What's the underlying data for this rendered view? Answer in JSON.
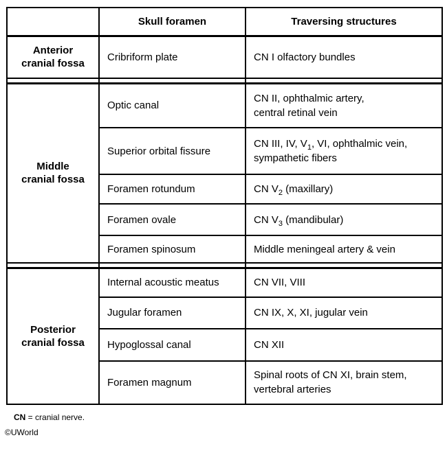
{
  "table": {
    "header": {
      "fossa": "",
      "foramen": "Skull foramen",
      "structures": "Traversing structures"
    },
    "sections": [
      {
        "id": "anterior-cranial-fossa",
        "label_lines": [
          "Anterior",
          "cranial fossa"
        ],
        "rows": [
          {
            "foramen": "Cribriform plate",
            "structures": [
              [
                {
                  "text": "CN I olfactory bundles"
                }
              ]
            ]
          }
        ]
      },
      {
        "id": "middle-cranial-fossa",
        "label_lines": [
          "Middle",
          "cranial fossa"
        ],
        "rows": [
          {
            "foramen": "Optic canal",
            "structures": [
              [
                {
                  "text": "CN II, ophthalmic artery,"
                }
              ],
              [
                {
                  "text": "central retinal vein"
                }
              ]
            ]
          },
          {
            "foramen": "Superior orbital fissure",
            "structures": [
              [
                {
                  "text": "CN III, IV, V"
                },
                {
                  "text": "1",
                  "sub": true
                },
                {
                  "text": ", VI, ophthalmic vein,"
                }
              ],
              [
                {
                  "text": "sympathetic fibers"
                }
              ]
            ]
          },
          {
            "foramen": "Foramen rotundum",
            "structures": [
              [
                {
                  "text": "CN V"
                },
                {
                  "text": "2",
                  "sub": true
                },
                {
                  "text": " (maxillary)"
                }
              ]
            ]
          },
          {
            "foramen": "Foramen ovale",
            "structures": [
              [
                {
                  "text": "CN V"
                },
                {
                  "text": "3",
                  "sub": true
                },
                {
                  "text": " (mandibular)"
                }
              ]
            ]
          },
          {
            "foramen": "Foramen spinosum",
            "structures": [
              [
                {
                  "text": "Middle meningeal artery & vein"
                }
              ]
            ]
          }
        ]
      },
      {
        "id": "posterior-cranial-fossa",
        "label_lines": [
          "Posterior",
          "cranial fossa"
        ],
        "rows": [
          {
            "foramen": "Internal acoustic meatus",
            "structures": [
              [
                {
                  "text": "CN VII, VIII"
                }
              ]
            ]
          },
          {
            "foramen": "Jugular foramen",
            "structures": [
              [
                {
                  "text": "CN IX, X, XI, jugular vein"
                }
              ]
            ]
          },
          {
            "foramen": "Hypoglossal canal",
            "structures": [
              [
                {
                  "text": "CN XII"
                }
              ]
            ]
          },
          {
            "foramen": "Foramen magnum",
            "structures": [
              [
                {
                  "text": "Spinal roots of CN XI, brain stem,"
                }
              ],
              [
                {
                  "text": "vertebral arteries"
                }
              ]
            ]
          }
        ]
      }
    ]
  },
  "footnote": {
    "abbr": "CN",
    "text": " = cranial nerve."
  },
  "copyright": "©UWorld"
}
